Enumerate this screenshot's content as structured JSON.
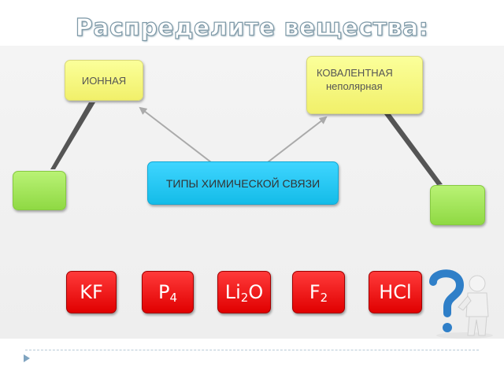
{
  "title": "Распределите вещества:",
  "nodes": {
    "center": "ТИПЫ ХИМИЧЕСКОЙ СВЯЗИ",
    "ionic": "ИОННАЯ",
    "covalent_line1": "КОВАЛЕНТНАЯ",
    "covalent_line2": "неполярная"
  },
  "substances": [
    {
      "base": "KF",
      "sub": "",
      "tail": ""
    },
    {
      "base": "P",
      "sub": "4",
      "tail": ""
    },
    {
      "base": "Li",
      "sub": "2",
      "tail": "O"
    },
    {
      "base": "F",
      "sub": "2",
      "tail": ""
    },
    {
      "base": "HCl",
      "sub": "",
      "tail": ""
    }
  ],
  "icons": {
    "question_figure": "question-mark-person-icon",
    "footer_arrow": "triangle-right-icon"
  },
  "colors": {
    "yellow_box": "#f5f580",
    "cyan_box": "#22c6f0",
    "green_box": "#a4e65c",
    "red_card": "#ee1111",
    "question_mark": "#2f7fc8"
  }
}
